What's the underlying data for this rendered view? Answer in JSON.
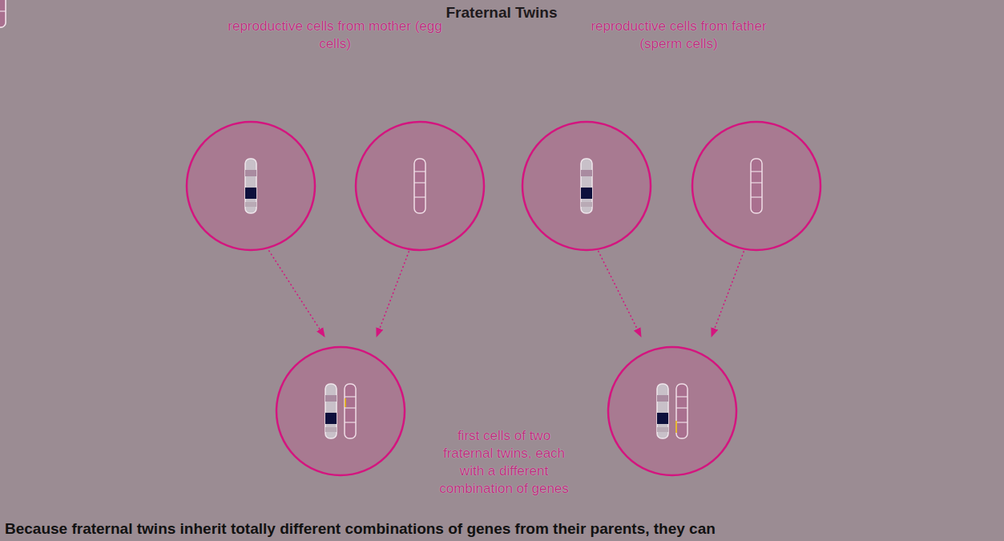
{
  "diagram": {
    "title": "Fraternal Twins",
    "caption": "Because fraternal twins inherit totally different combinations of genes from their parents, they can",
    "labels": [
      "reproductive cells from mother (egg cells)",
      "reproductive cells from father (sperm cells)",
      "first cells of two fraternal twins, each with a different combination of genes"
    ]
  }
}
